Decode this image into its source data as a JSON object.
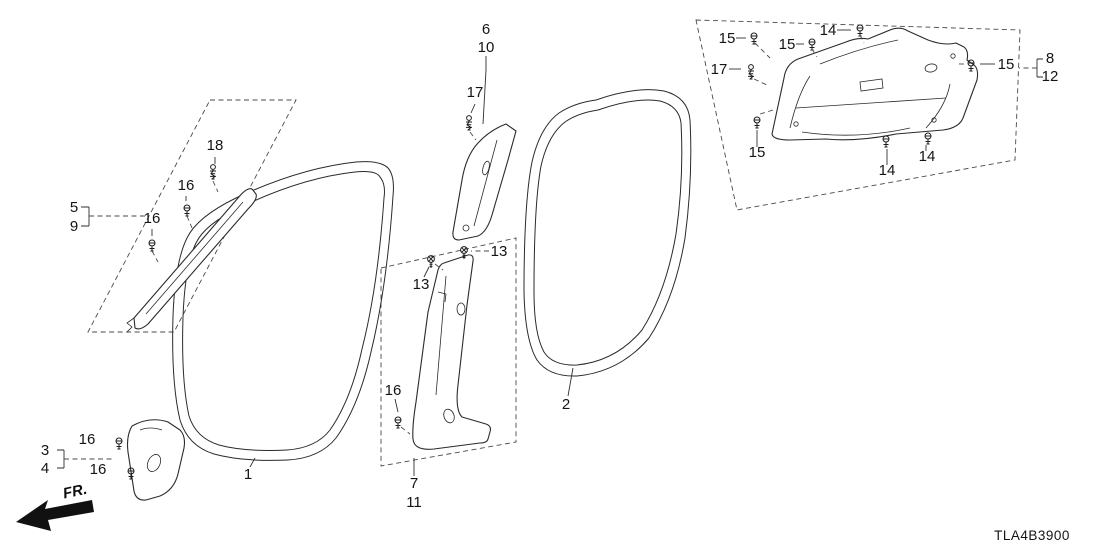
{
  "diagram": {
    "drawing_code": "TLA4B3900",
    "orientation_label": "FR.",
    "callouts": [
      {
        "label": "6"
      },
      {
        "label": "10"
      },
      {
        "label": "17"
      },
      {
        "label": "18"
      },
      {
        "label": "16"
      },
      {
        "label": "16"
      },
      {
        "label": "5"
      },
      {
        "label": "9"
      },
      {
        "label": "13"
      },
      {
        "label": "13"
      },
      {
        "label": "16"
      },
      {
        "label": "1"
      },
      {
        "label": "7"
      },
      {
        "label": "11"
      },
      {
        "label": "2"
      },
      {
        "label": "3"
      },
      {
        "label": "4"
      },
      {
        "label": "16"
      },
      {
        "label": "16"
      },
      {
        "label": "15"
      },
      {
        "label": "15"
      },
      {
        "label": "14"
      },
      {
        "label": "17"
      },
      {
        "label": "15"
      },
      {
        "label": "8"
      },
      {
        "label": "12"
      },
      {
        "label": "15"
      },
      {
        "label": "14"
      },
      {
        "label": "14"
      }
    ]
  }
}
